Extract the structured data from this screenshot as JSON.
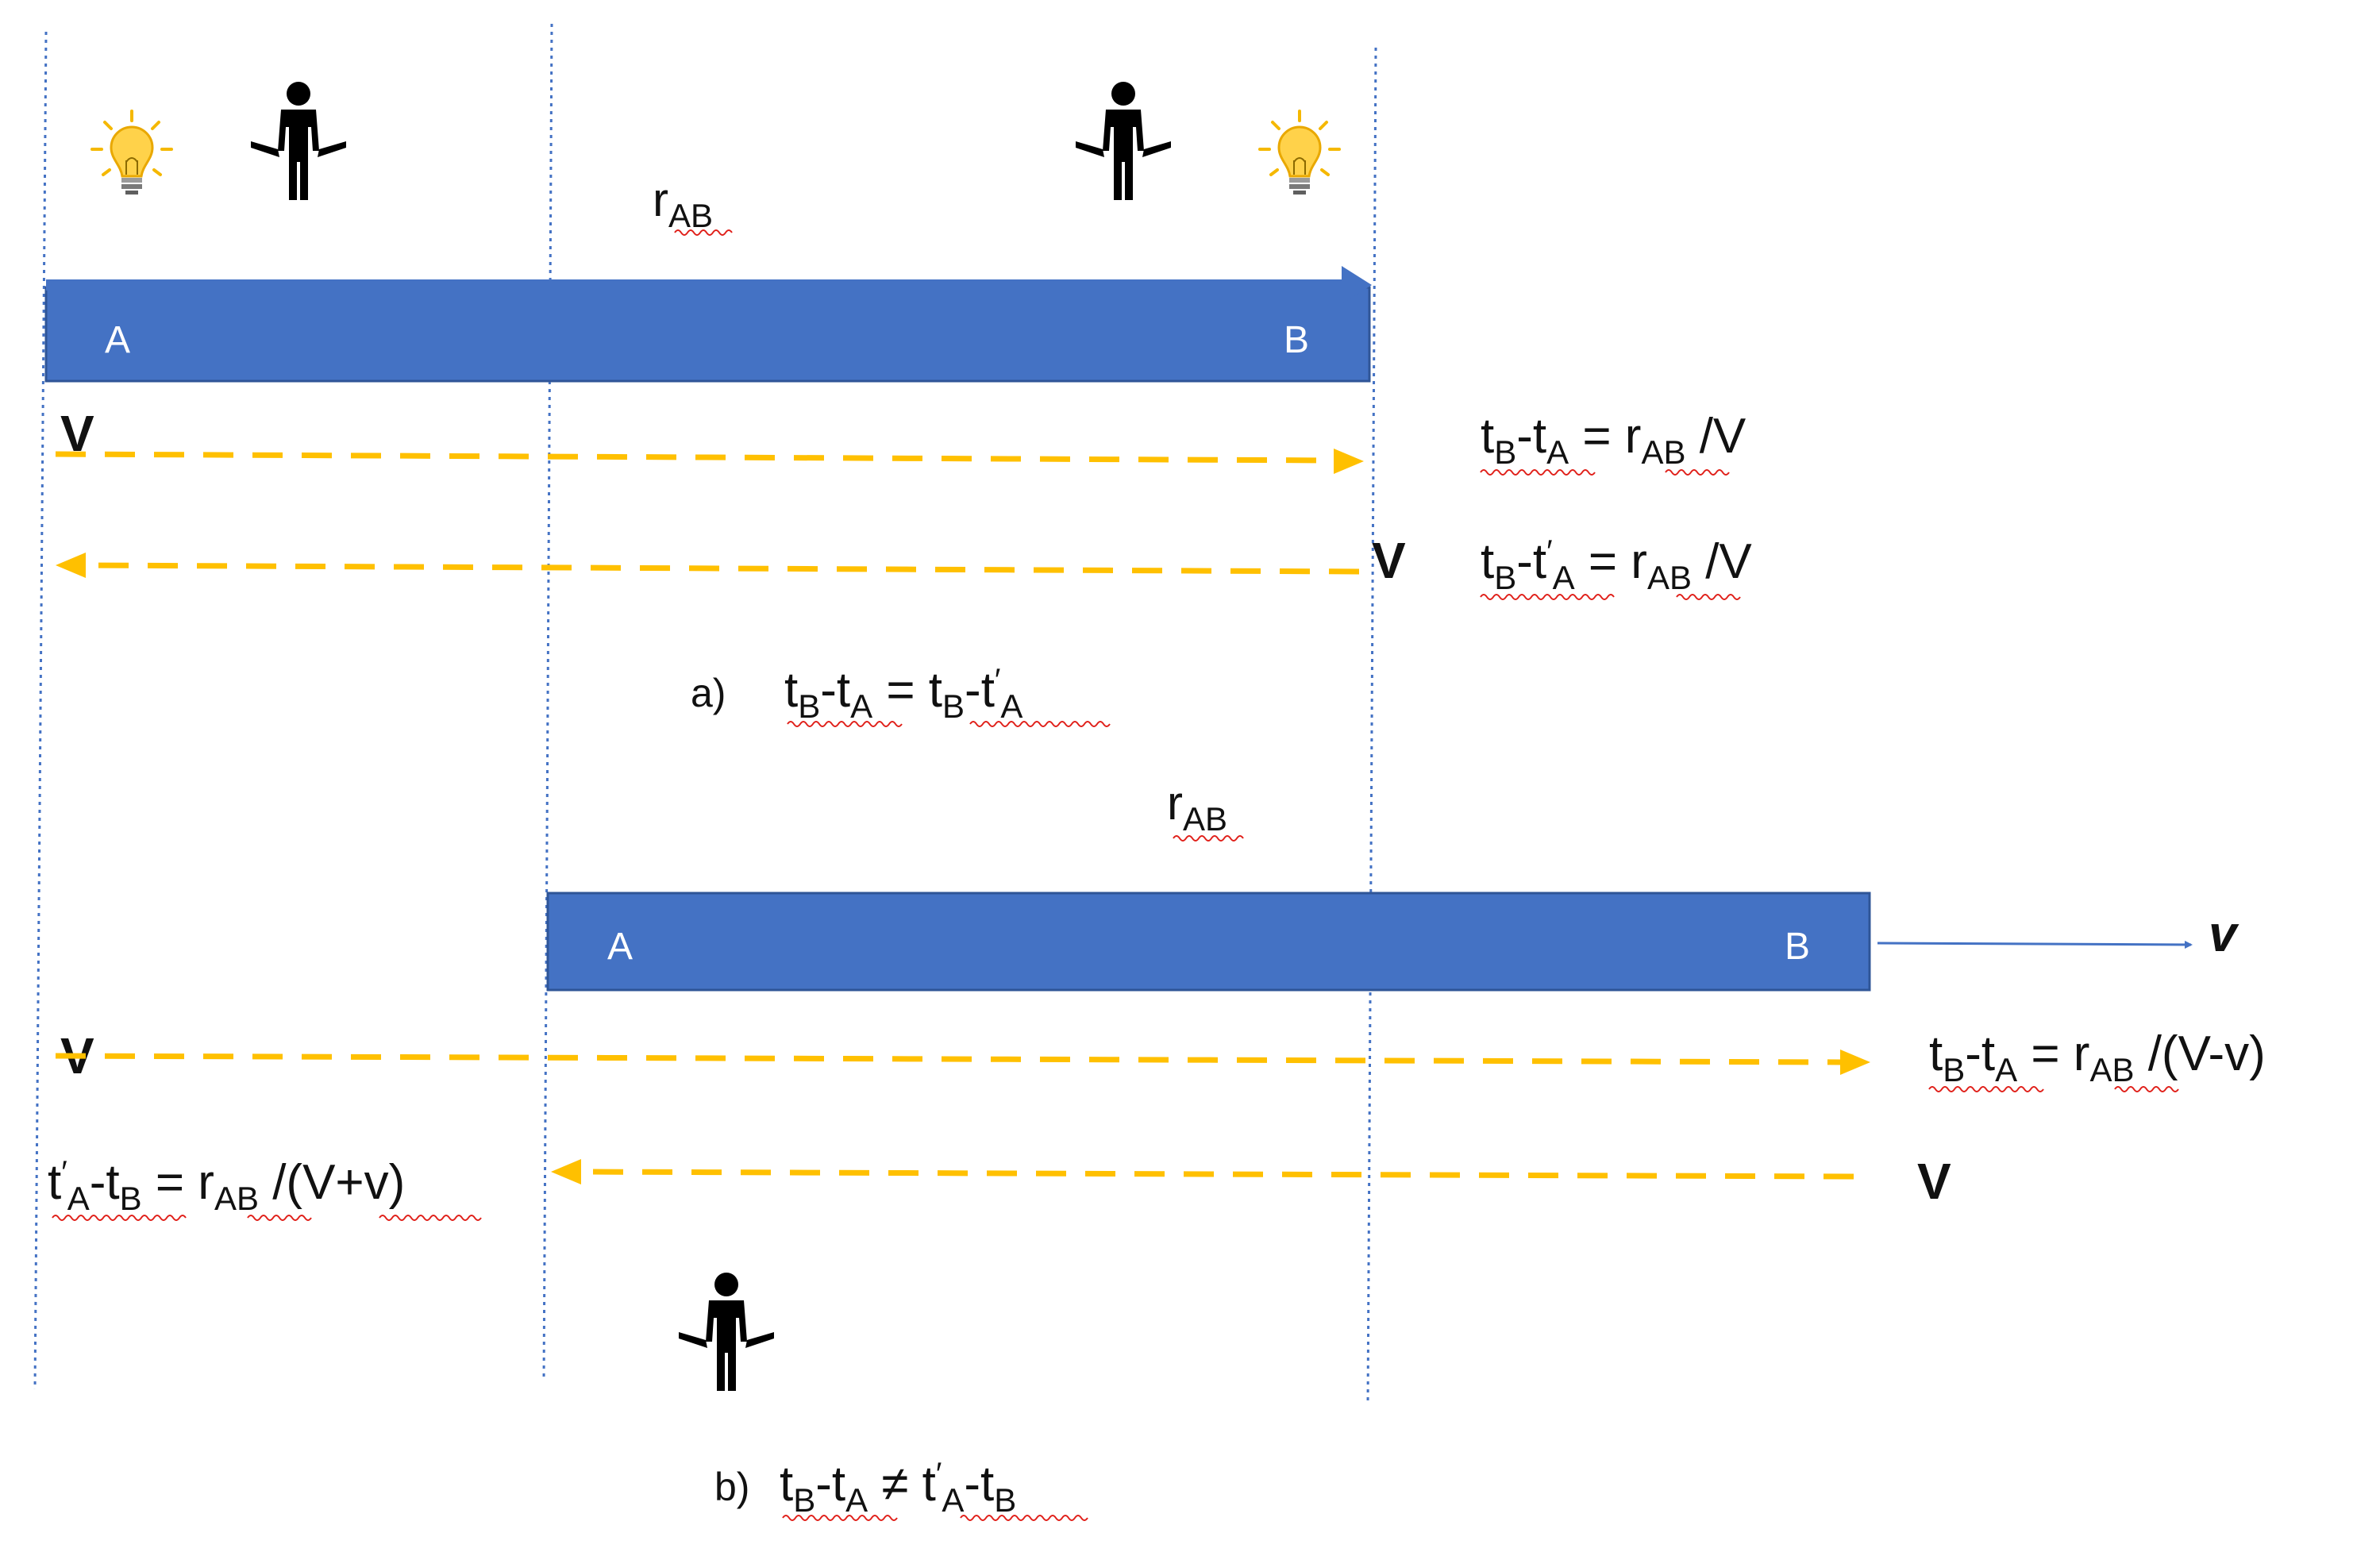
{
  "colors": {
    "bar_fill": "#4472C4",
    "bar_stroke": "#2F5597",
    "signal_arrow": "#FFC000",
    "guide_line": "#4472C4",
    "velocity_arrow": "#4472C4",
    "bulb_glow": "#F5B800",
    "bulb_glass": "#FFD24A",
    "person": "#000000",
    "spellcheck_underline": "#E0201A"
  },
  "icons": {
    "light_source": "lightbulb-icon",
    "observer": "person-icon"
  },
  "diagram_a": {
    "distance_label": {
      "main": "r",
      "sub": "AB"
    },
    "bar": {
      "left_label": "A",
      "right_label": "B"
    },
    "forward_signal": {
      "speed_label": "V"
    },
    "forward_equation": {
      "t": "t",
      "sub1": "B",
      "dash": "-t",
      "sub2": "A",
      "eq": " = r",
      "sub3": "AB",
      "rhs": " /V"
    },
    "return_signal": {
      "speed_label": "V"
    },
    "return_equation": {
      "t": "t",
      "sub1": "B",
      "dash": "-t",
      "prime": "′",
      "sub2": "A",
      "eq": " = r",
      "sub3": "AB",
      "rhs": " /V"
    },
    "caption": {
      "marker": "a)",
      "t": "t",
      "sub1": "B",
      "dash1": "-t",
      "sub2": "A",
      "eq": " = t",
      "sub3": "B",
      "dash2": "-t",
      "prime": "′",
      "sub4": "A"
    }
  },
  "diagram_b": {
    "distance_label": {
      "main": "r",
      "sub": "AB"
    },
    "bar": {
      "left_label": "A",
      "right_label": "B"
    },
    "bar_velocity_label": "v",
    "forward_signal": {
      "speed_label": "V"
    },
    "forward_equation": {
      "t": "t",
      "sub1": "B",
      "dash": "-t",
      "sub2": "A",
      "eq": " = r",
      "sub3": "AB",
      "rhs": " /(V-v)"
    },
    "return_signal": {
      "speed_label": "V"
    },
    "return_equation": {
      "t": "t",
      "prime": "′",
      "sub1": "A",
      "dash": "-t",
      "sub2": "B",
      "eq": " = r",
      "sub3": "AB",
      "rhs": " /(V+v)"
    },
    "caption": {
      "marker": "b) ",
      "t": "t",
      "sub1": "B",
      "dash1": "-t",
      "sub2": "A",
      "neq": " ≠ t",
      "prime": "′",
      "sub3": "A",
      "dash2": "-t",
      "sub4": "B"
    }
  }
}
